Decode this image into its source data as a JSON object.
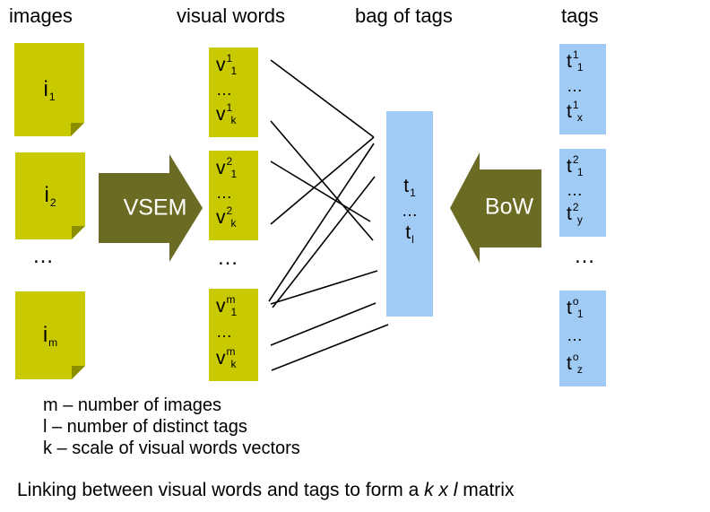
{
  "titles": {
    "images": "images",
    "visual_words": "visual words",
    "bag_of_tags": "bag of tags",
    "tags": "tags"
  },
  "colors": {
    "note_yellow": "#c9c900",
    "note_fold": "#8d8d00",
    "arrow_olive": "#6b6b23",
    "box_blue": "#9fcbf5",
    "line_black": "#000000"
  },
  "images_col": {
    "notes": [
      {
        "base": "i",
        "sub": "1"
      },
      {
        "base": "i",
        "sub": "2"
      },
      {
        "base": "i",
        "sub": "m"
      }
    ],
    "ellipsis": "…"
  },
  "arrows": {
    "vsem": {
      "label": "VSEM"
    },
    "bow": {
      "label": "BoW"
    }
  },
  "visual_words_col": {
    "boxes": [
      {
        "top": {
          "base": "v",
          "sup": "1",
          "sub": "1"
        },
        "mid": "…",
        "bot": {
          "base": "v",
          "sup": "1",
          "sub": "k"
        }
      },
      {
        "top": {
          "base": "v",
          "sup": "2",
          "sub": "1"
        },
        "mid": "…",
        "bot": {
          "base": "v",
          "sup": "2",
          "sub": "k"
        }
      },
      {
        "top": {
          "base": "v",
          "sup": "m",
          "sub": "1"
        },
        "mid": "…",
        "bot": {
          "base": "v",
          "sup": "m",
          "sub": "k"
        }
      }
    ],
    "ellipsis": "…"
  },
  "bag_box": {
    "top": {
      "base": "t",
      "sub": "1"
    },
    "mid": "…",
    "bot": {
      "base": "t",
      "sub": "l"
    }
  },
  "tags_col": {
    "boxes": [
      {
        "top": {
          "base": "t",
          "sup": "1",
          "sub": "1"
        },
        "mid": "…",
        "bot": {
          "base": "t",
          "sup": "1",
          "sub": "x"
        }
      },
      {
        "top": {
          "base": "t",
          "sup": "2",
          "sub": "1"
        },
        "mid": "…",
        "bot": {
          "base": "t",
          "sup": "2",
          "sub": "y"
        }
      },
      {
        "top": {
          "base": "t",
          "sup": "o",
          "sub": "1"
        },
        "mid": "…",
        "bot": {
          "base": "t",
          "sup": "o",
          "sub": "z"
        }
      }
    ],
    "ellipsis": "…"
  },
  "legend": {
    "line1": "m – number of images",
    "line2": "l – number of distinct tags",
    "line3": "k – scale of visual words vectors"
  },
  "caption": {
    "pre": "Linking between visual words and tags to form a ",
    "italic": "k x l",
    "post": " matrix"
  }
}
